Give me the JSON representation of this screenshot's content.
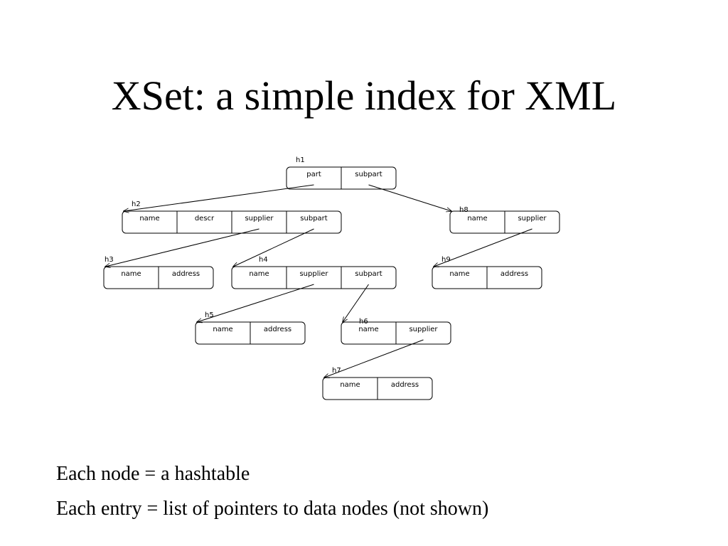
{
  "slide": {
    "title": "XSet: a simple index for XML",
    "bullets": [
      "Each node = a hashtable",
      "Each entry = list of pointers to data nodes (not shown)"
    ]
  },
  "diagram": {
    "nodes": [
      {
        "id": "h1",
        "label": "h1",
        "entries": [
          "part",
          "subpart"
        ]
      },
      {
        "id": "h2",
        "label": "h2",
        "entries": [
          "name",
          "descr",
          "supplier",
          "subpart"
        ]
      },
      {
        "id": "h8",
        "label": "h8",
        "entries": [
          "name",
          "supplier"
        ]
      },
      {
        "id": "h3",
        "label": "h3",
        "entries": [
          "name",
          "address"
        ]
      },
      {
        "id": "h4",
        "label": "h4",
        "entries": [
          "name",
          "supplier",
          "subpart"
        ]
      },
      {
        "id": "h9",
        "label": "h9",
        "entries": [
          "name",
          "address"
        ]
      },
      {
        "id": "h5",
        "label": "h5",
        "entries": [
          "name",
          "address"
        ]
      },
      {
        "id": "h6",
        "label": "h6",
        "entries": [
          "name",
          "supplier"
        ]
      },
      {
        "id": "h7",
        "label": "h7",
        "entries": [
          "name",
          "address"
        ]
      }
    ],
    "edges": [
      {
        "from": "h1",
        "entry": "part",
        "to": "h2"
      },
      {
        "from": "h1",
        "entry": "subpart",
        "to": "h8"
      },
      {
        "from": "h2",
        "entry": "supplier",
        "to": "h3"
      },
      {
        "from": "h2",
        "entry": "subpart",
        "to": "h4"
      },
      {
        "from": "h8",
        "entry": "supplier",
        "to": "h9"
      },
      {
        "from": "h4",
        "entry": "supplier",
        "to": "h5"
      },
      {
        "from": "h4",
        "entry": "subpart",
        "to": "h6"
      },
      {
        "from": "h6",
        "entry": "supplier",
        "to": "h7"
      }
    ]
  }
}
